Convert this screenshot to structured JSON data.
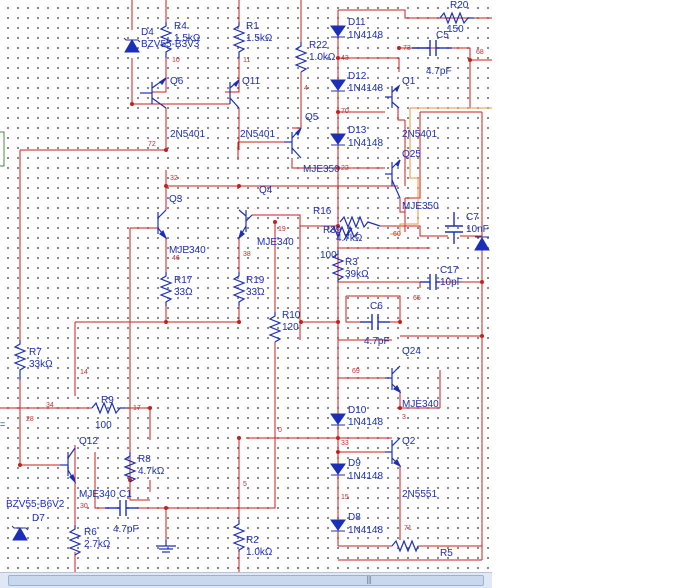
{
  "labels": {
    "d11": "D11",
    "d11_part": "1N4148",
    "r20": "R20",
    "r20_val": "150",
    "d4": "D4",
    "d4_part": "BZV55-B3V3",
    "r4": "R4",
    "r4_val": "1.5kΩ",
    "r1": "R1",
    "r1_val": "1.5kΩ",
    "c5": "C5",
    "c5_val": "4.7pF",
    "r22": "R22",
    "r22_val": "1.0kΩ",
    "d12": "D12",
    "d12_part": "1N4148",
    "q6": "Q6",
    "q11": "Q11",
    "q1": "Q1",
    "q6_part": "2N5401",
    "q11_part": "2N5401",
    "q1_part": "2N5401",
    "q5": "Q5",
    "q5_part": "MJE350",
    "d13": "D13",
    "d13_part": "1N4148",
    "q25": "Q25",
    "q25_part": "MJE350",
    "q4": "Q4",
    "q3": "Q3",
    "r16": "R16",
    "r16_val": "4.7kΩ",
    "r39": "R39",
    "r39_val": "100",
    "c7": "C7",
    "c7_val": "10nF",
    "q4_part": "MJE340",
    "q3_part": "MJE340",
    "r3": "R3",
    "r3_val": "39kΩ",
    "c17": "C17",
    "c17_val": "10pF",
    "r17": "R17",
    "r17_val": "33Ω",
    "r19": "R19",
    "r19_val": "33Ω",
    "c6": "C6",
    "c6_val": "4.7pF",
    "r10": "R10",
    "r10_val": "120",
    "r7": "R7",
    "r7_val": "33kΩ",
    "q24": "Q24",
    "q24_part": "MJE340",
    "r9": "R9",
    "r9_val": "100",
    "d10": "D10",
    "d10_part": "1N4148",
    "q12": "Q12",
    "q12_part": "MJE340",
    "q2": "Q2",
    "q2_part": "2N5551",
    "r8": "R8",
    "r8_val": "4.7kΩ",
    "c1": "C1",
    "c1_val": "4.7pF",
    "d9": "D9",
    "d9_part": "1N4148",
    "d7_part": "BZV55-B6V2",
    "d7": "D7",
    "d8": "D8",
    "d8_part": "1N4148",
    "r6": "R6",
    "r6_val": "2.7kΩ",
    "r2": "R2",
    "r2_val": "1.0kΩ",
    "r5": "R5"
  },
  "nets": {
    "n73": "73",
    "n68": "68",
    "n10": "10",
    "n11": "11",
    "n43": "43",
    "n4": "4",
    "n70": "70",
    "n72": "72",
    "n22": "22",
    "n32": "32",
    "n19": "19",
    "n60": "60",
    "n46": "46",
    "n38": "38",
    "n65": "65",
    "n69": "69",
    "n14": "14",
    "n34": "34",
    "n17": "17",
    "n28": "28",
    "n3": "3",
    "n0": "0",
    "n33": "33",
    "n30": "30",
    "n5": "5",
    "n15": "15",
    "n71": "71"
  },
  "colors": {
    "wire": "#c81e1e",
    "component": "#1c2fb8",
    "highlight_wire": "#e69a3c",
    "grid_dot": "#6a6a6a"
  }
}
